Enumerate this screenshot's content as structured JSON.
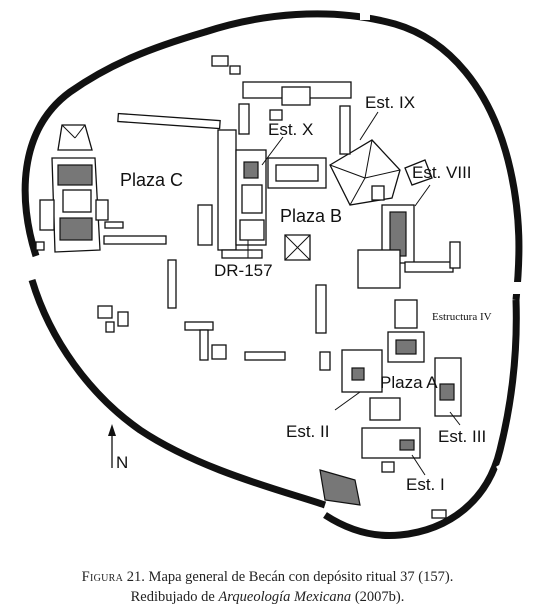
{
  "map": {
    "labels": {
      "plaza_c": "Plaza C",
      "plaza_b": "Plaza B",
      "plaza_a": "Plaza A",
      "est_x": "Est. X",
      "est_ix": "Est. IX",
      "est_viii": "Est. VIII",
      "estructura_iv": "Estructura IV",
      "est_ii": "Est. II",
      "est_iii": "Est. III",
      "est_i": "Est. I",
      "dr_157": "DR-157"
    },
    "north": "N"
  },
  "caption": {
    "fig_word": "Figura",
    "line1_rest": "21. Mapa general de Becán con depósito ritual 37 (157).",
    "line2_prefix": "Redibujado de ",
    "line2_italic": "Arqueología Mexicana",
    "line2_suffix": " (2007b)."
  }
}
